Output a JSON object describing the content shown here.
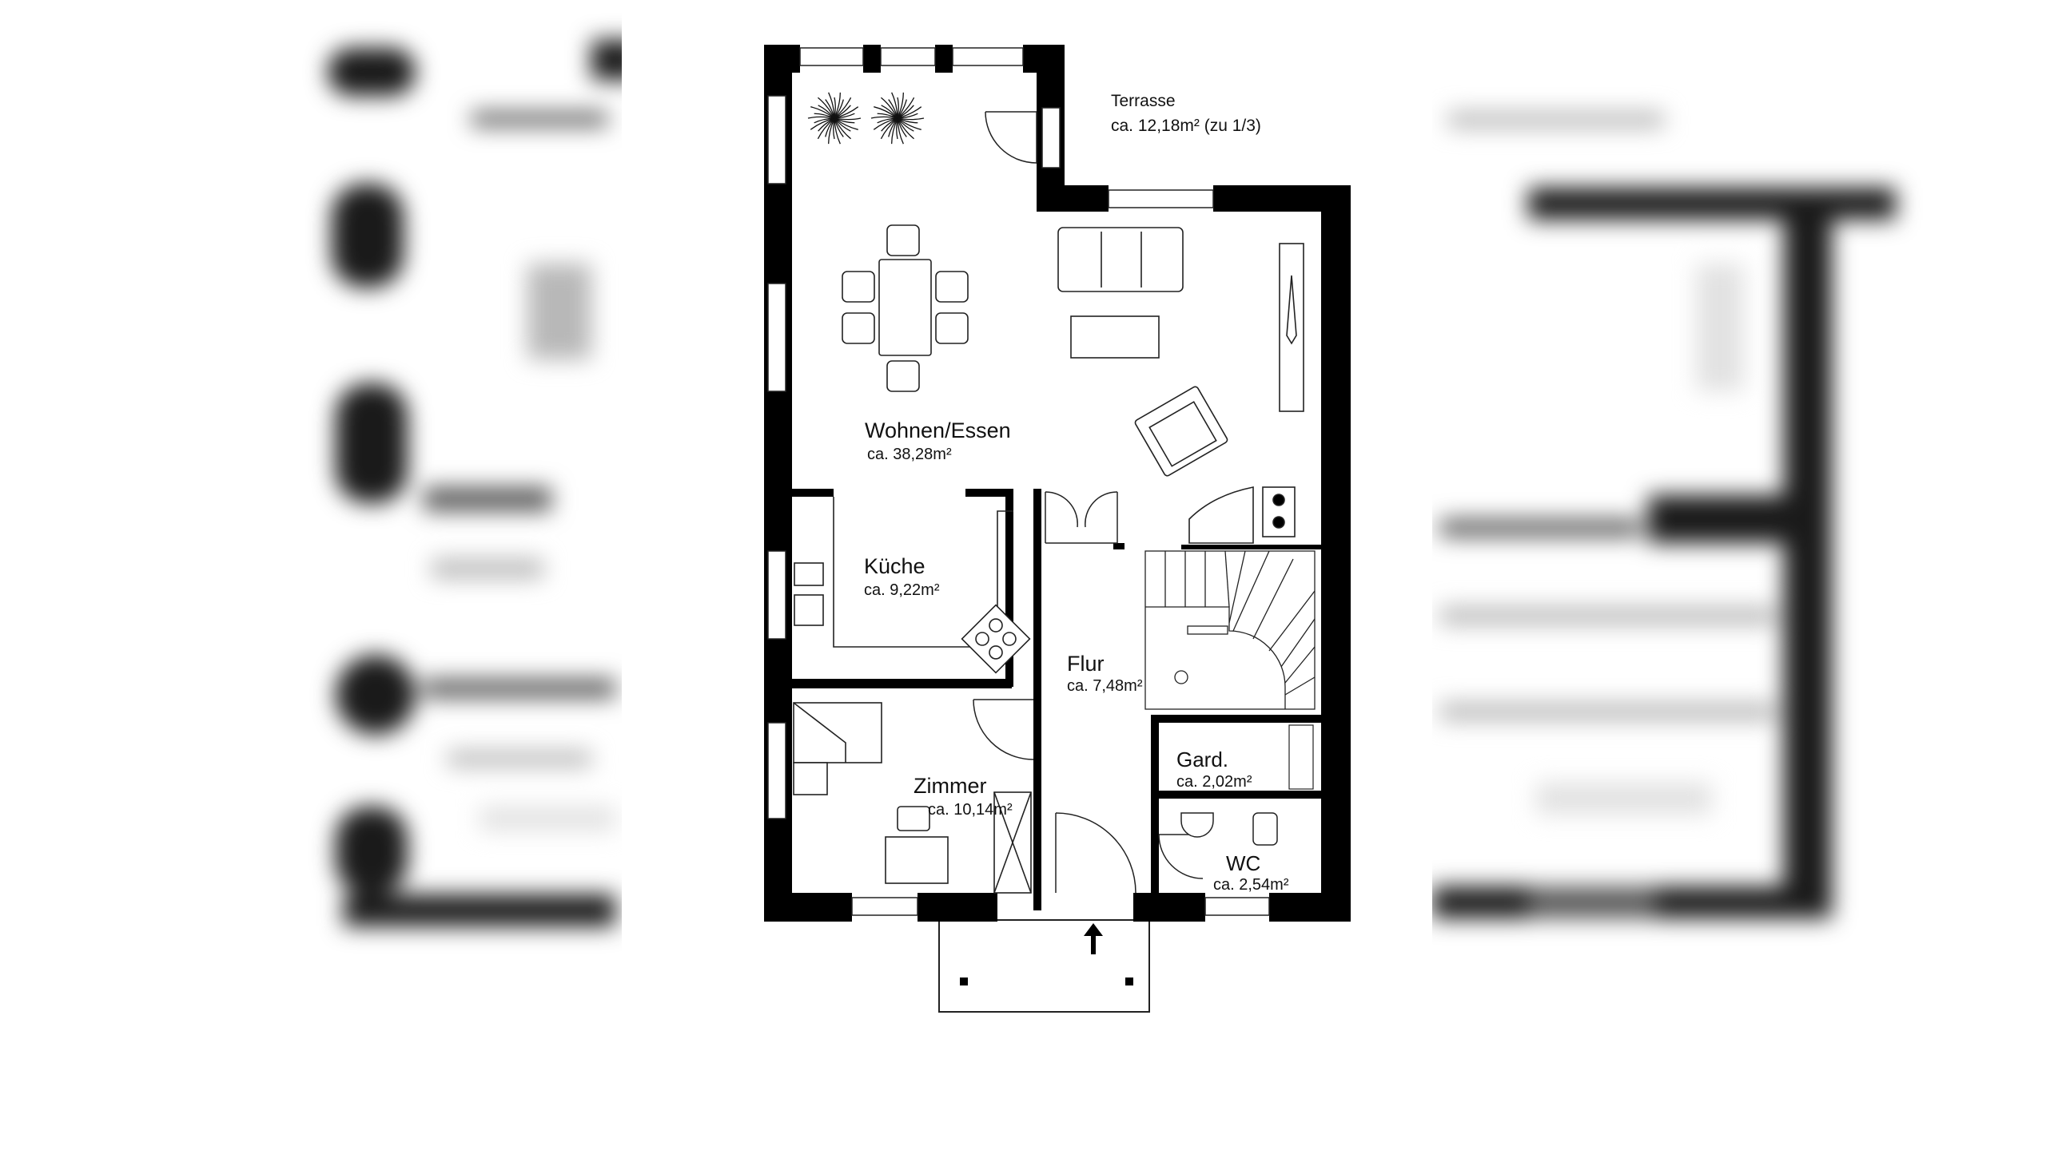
{
  "rooms": {
    "terrace": {
      "name": "Terrasse",
      "area": "ca. 12,18m² (zu 1/3)"
    },
    "living": {
      "name": "Wohnen/Essen",
      "area": "ca. 38,28m²"
    },
    "kitchen": {
      "name": "Küche",
      "area": "ca. 9,22m²"
    },
    "hall": {
      "name": "Flur",
      "area": "ca. 7,48m²"
    },
    "wardrobe": {
      "name": "Gard.",
      "area": "ca. 2,02m²"
    },
    "room": {
      "name": "Zimmer",
      "area": "ca. 10,14m²"
    },
    "wc": {
      "name": "WC",
      "area": "ca. 2,54m²"
    }
  },
  "colors": {
    "wall": "#000000",
    "line": "#222222",
    "paper": "#ffffff"
  },
  "icons": [
    "plant-icon",
    "entrance-arrow-icon",
    "stove-icon",
    "sink-icon",
    "toilet-icon"
  ]
}
